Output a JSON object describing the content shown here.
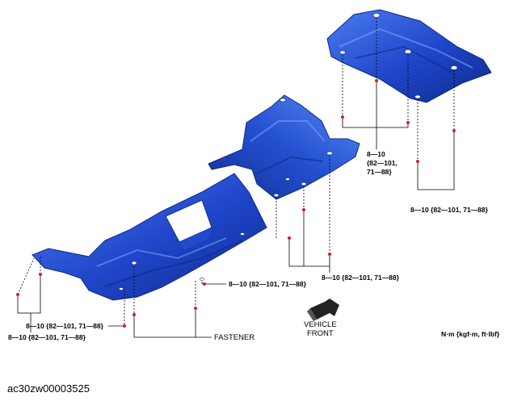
{
  "labels": {
    "torque_top_line1": "8—10",
    "torque_top_line2": "{82—101,",
    "torque_top_line3": "71—88}",
    "torque_right": "8—10 {82—101, 71—88}",
    "torque_middle": "8—10 {82—101, 71—88}",
    "torque_center": "8—10 {82—101, 71—88}",
    "torque_left_upper": "8—10 {82—101, 71—88}",
    "torque_left_lower": "8—10 {82—101, 71—88}",
    "fastener": "FASTENER",
    "vehicle_front_line1": "VEHICLE",
    "vehicle_front_line2": "FRONT",
    "units": "N·m {kgf·m, ft·lbf}"
  },
  "figure_code": "ac30zw00003525",
  "colors": {
    "panel_fill": "#1f45c8",
    "panel_dark": "#0f2a8a",
    "panel_light": "#4a7cf0",
    "bolt_marker": "#d0202a",
    "leader_line": "#000000"
  }
}
